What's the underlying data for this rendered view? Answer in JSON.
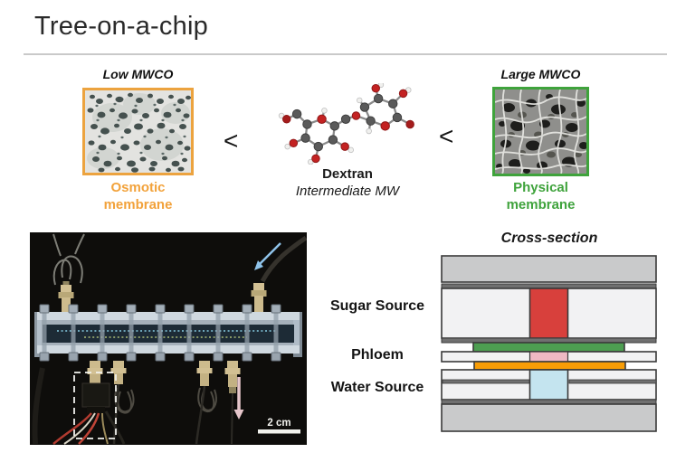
{
  "page": {
    "title": "Tree-on-a-chip"
  },
  "comparison": {
    "left_membrane": {
      "label": "Low MWCO",
      "caption": "Osmotic membrane",
      "border_color": "#ECA33F",
      "caption_color": "#F2A23B"
    },
    "molecule": {
      "name": "Dextran",
      "subtitle": "Intermediate MW"
    },
    "right_membrane": {
      "label": "Large MWCO",
      "caption": "Physical membrane",
      "border_color": "#3FA33C",
      "caption_color": "#3FA33C"
    },
    "less_than_left": "<",
    "less_than_right": "<"
  },
  "device_photo": {
    "scale_label": "2 cm"
  },
  "cross_section": {
    "title": "Cross-section",
    "labels": {
      "sugar": "Sugar Source",
      "phloem": "Phloem",
      "water": "Water Source"
    },
    "colors": {
      "sugar_channel": "#D8403C",
      "phloem_channel": "#EFB9C3",
      "water_channel": "#C4E4EF",
      "physical_membrane": "#4D9E51",
      "osmotic_membrane": "#F89D06",
      "slab": "#C9CACB",
      "layer": "#F2F2F3",
      "gasket": "#707070",
      "outline": "#3A3A3A"
    }
  }
}
